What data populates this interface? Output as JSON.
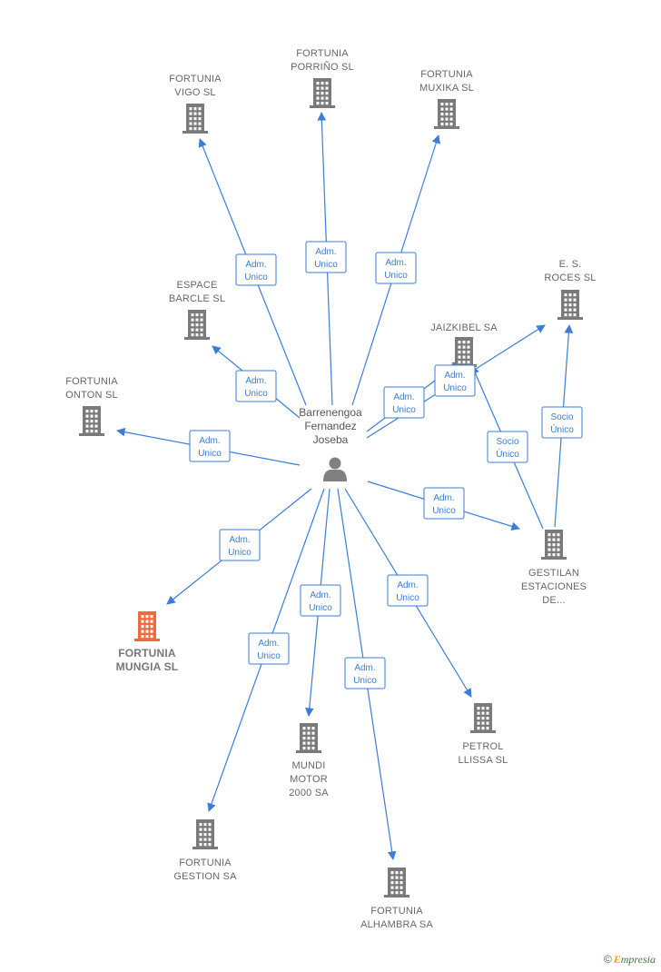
{
  "colors": {
    "edge": "#3b7dd8",
    "company": "#7a7a7a",
    "highlight": "#f26a3c",
    "person": "#808080"
  },
  "person": {
    "name_lines": [
      "Barrenengoa",
      "Fernandez",
      "Joseba"
    ],
    "icon": "person-icon"
  },
  "nodes": [
    {
      "id": "vigo",
      "lines": [
        "FORTUNIA",
        "VIGO  SL"
      ],
      "icon": "building-icon"
    },
    {
      "id": "porrino",
      "lines": [
        "FORTUNIA",
        "PORRIÑO  SL"
      ],
      "icon": "building-icon"
    },
    {
      "id": "muxika",
      "lines": [
        "FORTUNIA",
        "MUXIKA  SL"
      ],
      "icon": "building-icon"
    },
    {
      "id": "espace",
      "lines": [
        "ESPACE",
        "BARCLE  SL"
      ],
      "icon": "building-icon"
    },
    {
      "id": "roces",
      "lines": [
        "E.  S.",
        "ROCES  SL"
      ],
      "icon": "building-icon"
    },
    {
      "id": "jaizkibel",
      "lines": [
        "JAIZKIBEL SA"
      ],
      "icon": "building-icon"
    },
    {
      "id": "onton",
      "lines": [
        "FORTUNIA",
        "ONTON  SL"
      ],
      "icon": "building-icon"
    },
    {
      "id": "gestilan",
      "lines": [
        "GESTILAN",
        "ESTACIONES",
        "DE..."
      ],
      "icon": "building-icon"
    },
    {
      "id": "mungia",
      "lines": [
        "FORTUNIA",
        "MUNGIA  SL"
      ],
      "icon": "building-icon",
      "highlight": true
    },
    {
      "id": "mundi",
      "lines": [
        "MUNDI",
        "MOTOR",
        "2000 SA"
      ],
      "icon": "building-icon"
    },
    {
      "id": "petrol",
      "lines": [
        "PETROL",
        "LLISSA SL"
      ],
      "icon": "building-icon"
    },
    {
      "id": "gestion",
      "lines": [
        "FORTUNIA",
        "GESTION SA"
      ],
      "icon": "building-icon"
    },
    {
      "id": "alhambra",
      "lines": [
        "FORTUNIA",
        "ALHAMBRA SA"
      ],
      "icon": "building-icon"
    }
  ],
  "edges": [
    {
      "from": "person",
      "to": "vigo",
      "label": [
        "Adm.",
        "Unico"
      ]
    },
    {
      "from": "person",
      "to": "porrino",
      "label": [
        "Adm.",
        "Unico"
      ]
    },
    {
      "from": "person",
      "to": "muxika",
      "label": [
        "Adm.",
        "Unico"
      ]
    },
    {
      "from": "person",
      "to": "espace",
      "label": [
        "Adm.",
        "Unico"
      ]
    },
    {
      "from": "person",
      "to": "onton",
      "label": [
        "Adm.",
        "Unico"
      ]
    },
    {
      "from": "person",
      "to": "jaizkibel",
      "label": [
        "Adm.",
        "Unico"
      ]
    },
    {
      "from": "person",
      "to": "roces",
      "label": [
        "Adm.",
        "Unico"
      ]
    },
    {
      "from": "person",
      "to": "gestilan",
      "label": [
        "Adm.",
        "Unico"
      ]
    },
    {
      "from": "person",
      "to": "mungia",
      "label": [
        "Adm.",
        "Unico"
      ]
    },
    {
      "from": "person",
      "to": "mundi",
      "label": [
        "Adm.",
        "Unico"
      ]
    },
    {
      "from": "person",
      "to": "petrol",
      "label": [
        "Adm.",
        "Unico"
      ]
    },
    {
      "from": "person",
      "to": "gestion",
      "label": [
        "Adm.",
        "Unico"
      ]
    },
    {
      "from": "person",
      "to": "alhambra",
      "label": [
        "Adm.",
        "Unico"
      ]
    },
    {
      "from": "gestilan",
      "to": "jaizkibel",
      "label": [
        "Socio",
        "Único"
      ]
    },
    {
      "from": "gestilan",
      "to": "roces",
      "label": [
        "Socio",
        "Único"
      ]
    }
  ],
  "brand": {
    "copyright": "©",
    "first_letter": "E",
    "rest": "mpresia"
  }
}
